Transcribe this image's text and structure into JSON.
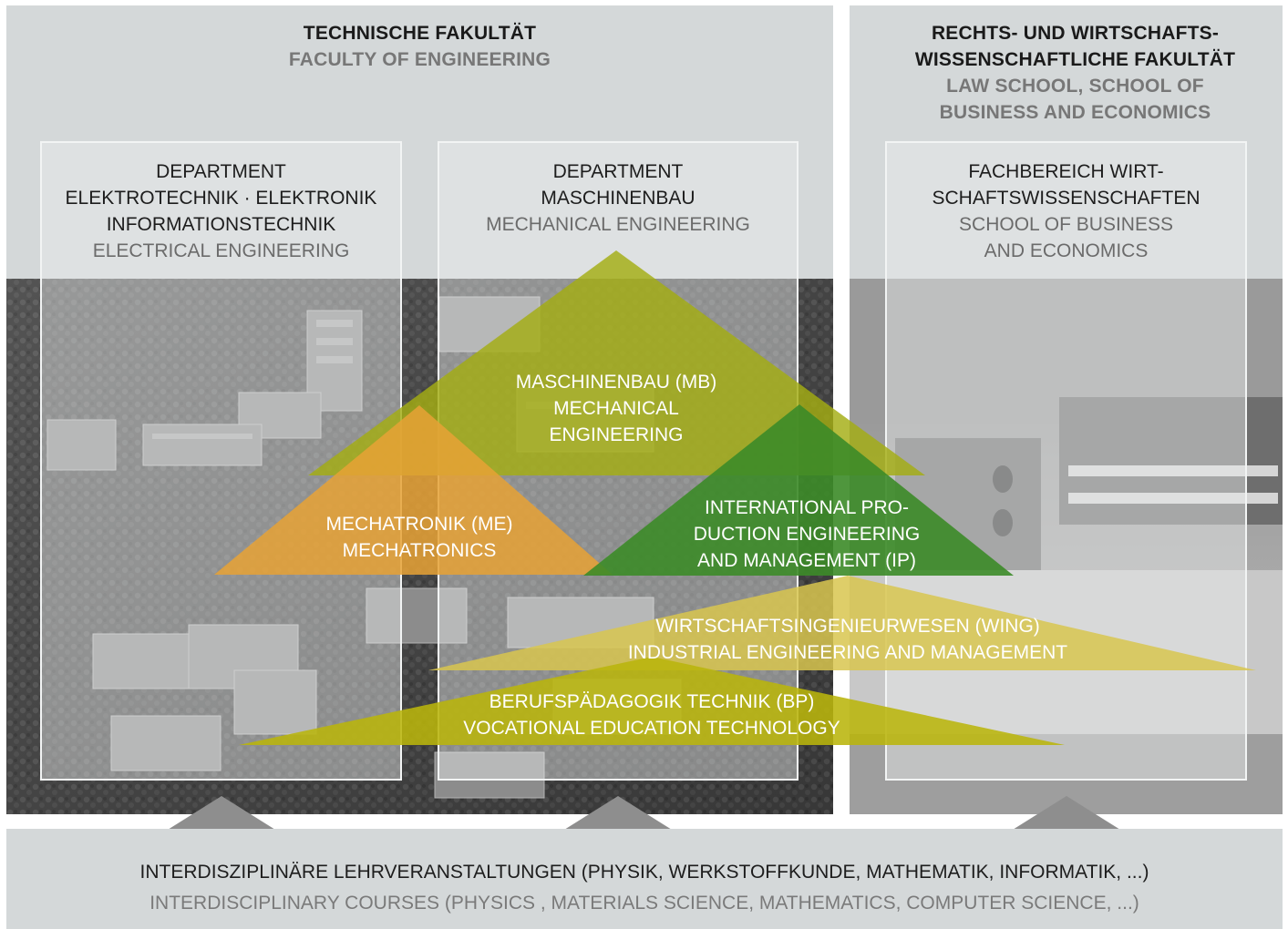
{
  "faculties": {
    "engineering": {
      "title_de": "TECHNISCHE FAKULTÄT",
      "title_en": "FACULTY OF ENGINEERING"
    },
    "law_business": {
      "title_de_1": "RECHTS- UND WIRTSCHAFTS-",
      "title_de_2": "WISSENSCHAFTLICHE FAKULTÄT",
      "title_en_1": "LAW SCHOOL, SCHOOL OF",
      "title_en_2": "BUSINESS AND ECONOMICS"
    }
  },
  "departments": {
    "electrical": {
      "line1": "DEPARTMENT",
      "line2": "ELEKTROTECHNIK · ELEKTRONIK",
      "line3": "INFORMATIONSTECHNIK",
      "en": "ELECTRICAL ENGINEERING"
    },
    "mechanical": {
      "line1": "DEPARTMENT",
      "line2": "MASCHINENBAU",
      "en": "MECHANICAL ENGINEERING"
    },
    "business": {
      "line1": "FACHBEREICH WIRT-",
      "line2": "SCHAFTSWISSENSCHAFTEN",
      "en1": "SCHOOL OF BUSINESS",
      "en2": "AND ECONOMICS"
    }
  },
  "programs": {
    "mb": {
      "l1": "MASCHINENBAU (MB)",
      "l2": "MECHANICAL",
      "l3": "ENGINEERING",
      "color": "#a3ad12"
    },
    "me": {
      "l1": "MECHATRONIK (ME)",
      "l2": "MECHATRONICS",
      "color": "#e6a236"
    },
    "ip": {
      "l1": "INTERNATIONAL PRO-",
      "l2": "DUCTION ENGINEERING",
      "l3": "AND MANAGEMENT (IP)",
      "color": "#3c8b28"
    },
    "wing": {
      "l1": "WIRTSCHAFTSINGENIEURWESEN (WING)",
      "l2": "INDUSTRIAL ENGINEERING AND MANAGEMENT",
      "color": "#d8c54f"
    },
    "bp": {
      "l1": "BERUFSPÄDAGOGIK TECHNIK (BP)",
      "l2": "VOCATIONAL EDUCATION TECHNOLOGY",
      "color": "#b9b50b"
    }
  },
  "interdisciplinary": {
    "de": "INTERDISZIPLINÄRE LEHRVERANSTALTUNGEN (PHYSIK, WERKSTOFFKUNDE, MATHEMATIK, INFORMATIK, ...)",
    "en": "INTERDISCIPLINARY COURSES (PHYSICS , MATERIALS SCIENCE, MATHEMATICS, COMPUTER SCIENCE, ...)"
  },
  "colors": {
    "panel_bg": "#d4d8d9",
    "photo_dark": "#3a3a3a",
    "arrow": "#8e8e8e"
  }
}
